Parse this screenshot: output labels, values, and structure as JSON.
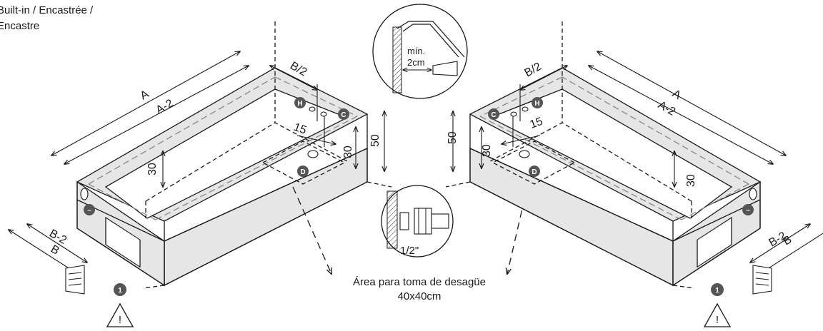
{
  "caption": {
    "line1": "Built-in / Encastrée /",
    "line2": "Encastre"
  },
  "dims": {
    "A": "A",
    "A_minus_2": "A-2",
    "B": "B",
    "B_minus_2": "B-2",
    "B_half": "B/2",
    "d15": "15",
    "d30": "30",
    "d50": "50"
  },
  "badges": {
    "H": "H",
    "C": "C",
    "D": "D",
    "one": "1"
  },
  "detail_top": {
    "line1": "mín.",
    "line2": "2cm"
  },
  "detail_fitting": {
    "label": "1/2\""
  },
  "drain_note": {
    "line1": "Área para toma de desagüe",
    "line2": "40x40cm"
  },
  "warning": {
    "symbol": "!"
  }
}
